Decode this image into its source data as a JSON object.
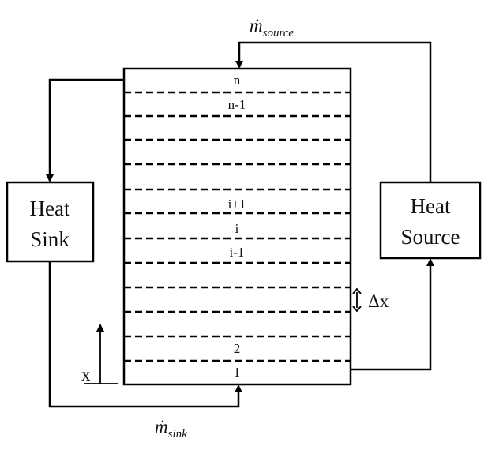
{
  "heat_sink": {
    "line1": "Heat",
    "line2": "Sink"
  },
  "heat_source": {
    "line1": "Heat",
    "line2": "Source"
  },
  "layers": {
    "top": "n",
    "below_top": "n-1",
    "i_plus": "i+1",
    "i": "i",
    "i_minus": "i-1",
    "second": "2",
    "first": "1"
  },
  "flows": {
    "source_symbol": "ṁ",
    "source_sub": "source",
    "sink_symbol": "ṁ",
    "sink_sub": "sink"
  },
  "axis": {
    "x_label": "x"
  },
  "delta": {
    "label": "Δx"
  }
}
